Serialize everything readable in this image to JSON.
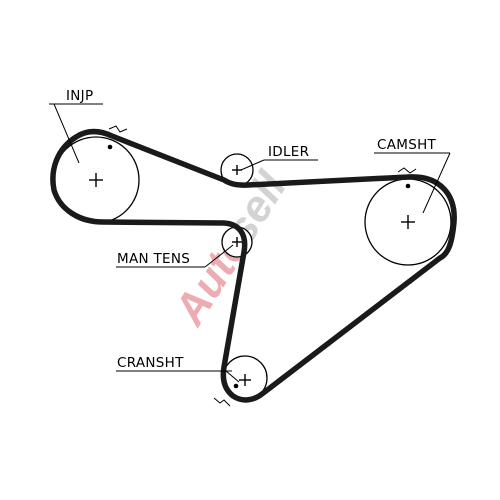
{
  "labels": {
    "injp": "INJP",
    "idler": "IDLER",
    "camsht": "CAMSHT",
    "man_tens": "MAN TENS",
    "cranksht": "CRANSHT"
  },
  "watermark": {
    "part1": "Auto",
    "part2": "sell"
  },
  "colors": {
    "belt": "#1a1a1a",
    "watermark_red": "#e06a74",
    "watermark_grey": "#b0b0b0"
  }
}
